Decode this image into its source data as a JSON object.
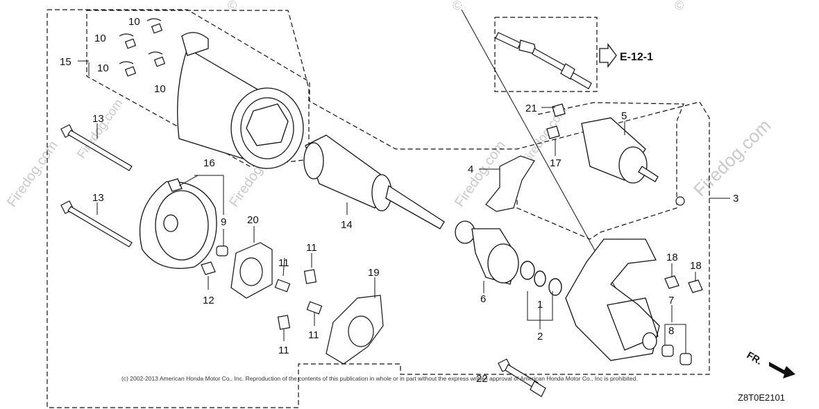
{
  "watermark": {
    "brand": "Firedog.com",
    "symbol": "©"
  },
  "reference": {
    "label": "E-12-1"
  },
  "direction": {
    "label": "FR."
  },
  "copyright": "(c) 2002-2013 American Honda Motor Co., Inc. Reproduction of the contents of this publication in whole or in part without the express written approval of American Honda Motor Co., Inc is prohibited.",
  "diagram_code": "Z8T0E2101",
  "callouts": {
    "p1": "1",
    "p2": "2",
    "p3": "3",
    "p4": "4",
    "p5": "5",
    "p6": "6",
    "p7": "7",
    "p8": "8",
    "p9": "9",
    "p10a": "10",
    "p10b": "10",
    "p10c": "10",
    "p10d": "10",
    "p11a": "11",
    "p11b": "11",
    "p11c": "11",
    "p11d": "11",
    "p12": "12",
    "p13a": "13",
    "p13b": "13",
    "p14": "14",
    "p15": "15",
    "p16": "16",
    "p17": "17",
    "p18a": "18",
    "p18b": "18",
    "p19": "19",
    "p20": "20",
    "p21": "21",
    "p22": "22"
  }
}
